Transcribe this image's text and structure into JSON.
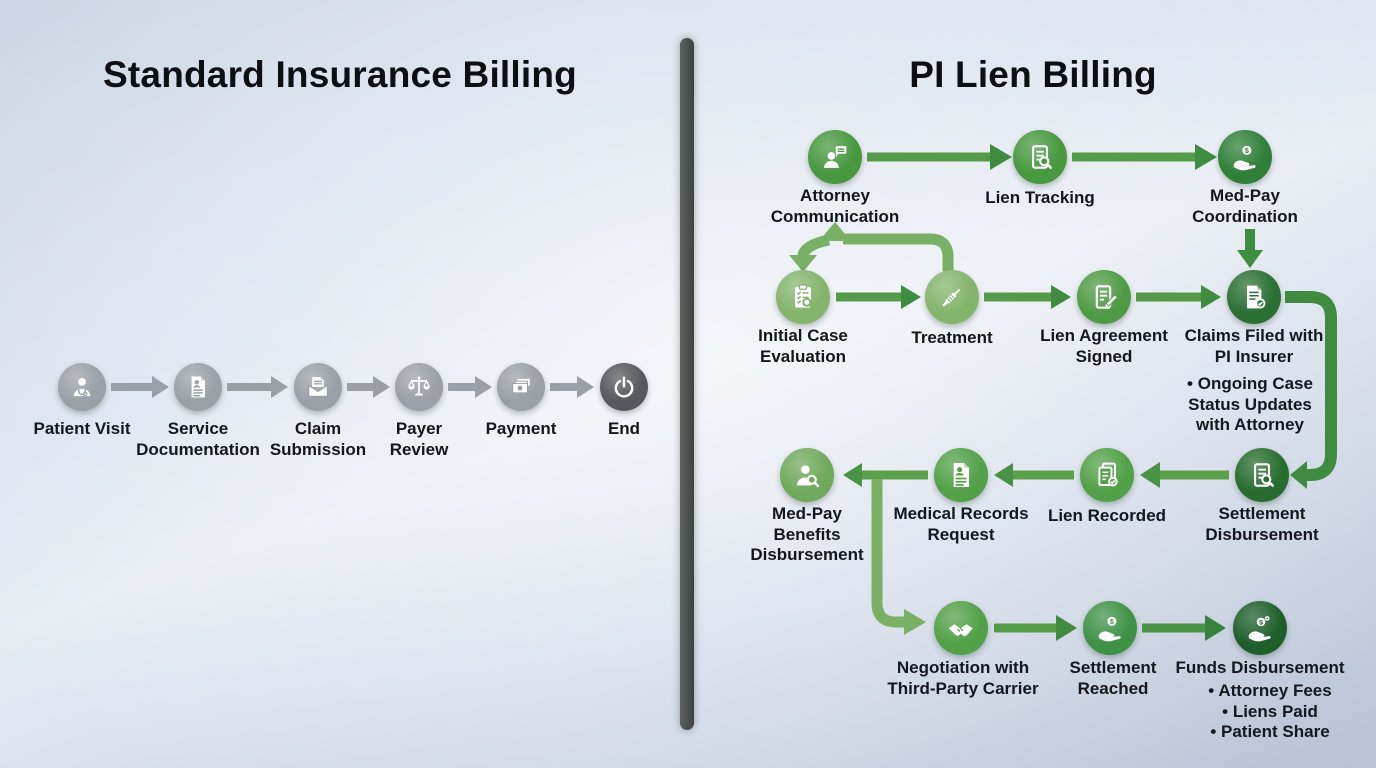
{
  "left_flow": {
    "title": "Standard Insurance Billing",
    "steps": [
      {
        "label": "Patient Visit",
        "icon": "doctor-icon"
      },
      {
        "label": "Service\nDocumentation",
        "icon": "document-person-icon"
      },
      {
        "label": "Claim\nSubmission",
        "icon": "envelope-document-icon"
      },
      {
        "label": "Payer\nReview",
        "icon": "scales-icon"
      },
      {
        "label": "Payment",
        "icon": "banknotes-icon"
      },
      {
        "label": "End",
        "icon": "power-icon"
      }
    ]
  },
  "right_flow": {
    "title": "PI Lien Billing",
    "row1": [
      {
        "label": "Attorney\nCommunication",
        "icon": "person-chat-icon"
      },
      {
        "label": "Lien Tracking",
        "icon": "document-search-icon"
      },
      {
        "label": "Med-Pay\nCoordination",
        "icon": "hand-coin-icon"
      }
    ],
    "row2": [
      {
        "label": "Initial Case\nEvaluation",
        "icon": "clipboard-search-icon"
      },
      {
        "label": "Treatment",
        "icon": "syringe-icon"
      },
      {
        "label": "Lien Agreement\nSigned",
        "icon": "document-pencil-icon"
      },
      {
        "label": "Claims Filed with\nPI Insurer",
        "icon": "document-check-icon",
        "note": "• Ongoing Case\nStatus Updates\nwith Attorney"
      }
    ],
    "row3": [
      {
        "label": "Settlement\nDisbursement",
        "icon": "document-search-icon"
      },
      {
        "label": "Lien Recorded",
        "icon": "documents-check-icon"
      },
      {
        "label": "Medical Records\nRequest",
        "icon": "document-person-icon"
      },
      {
        "label": "Med-Pay\nBenefits\nDisbursement",
        "icon": "person-search-icon"
      }
    ],
    "row4": [
      {
        "label": "Negotiation with\nThird-Party Carrier",
        "icon": "handshake-icon"
      },
      {
        "label": "Settlement\nReached",
        "icon": "hand-coin-icon"
      },
      {
        "label": "Funds Disbursement",
        "icon": "hand-coins-icon",
        "note": "• Attorney Fees\n• Liens Paid\n• Patient Share"
      }
    ]
  },
  "colors": {
    "gray_node": "#9aa0a6",
    "end_node": "#55585c",
    "green_medium": "#47983f",
    "green_light": "#84b46c",
    "green_dark": "#2b6f33",
    "arrow_gray": "#9aa0a6",
    "arrow_green": "#559a49",
    "arrow_green_light": "#79b065",
    "divider": "#464b49",
    "text": "#14171d"
  }
}
